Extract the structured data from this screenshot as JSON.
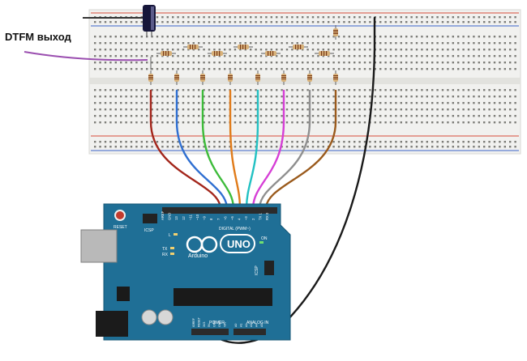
{
  "diagram": {
    "output_label": "DTFM выход",
    "board": {
      "model": "UNO",
      "brand": "Arduino",
      "digital_header": "DIGITAL (PWM~)",
      "analog_header": "ANALOG IN",
      "power_header": "POWER",
      "reset_label": "RESET",
      "icsp_label": "ICSP",
      "icsp2_label": "ICSP",
      "led_l": "L",
      "led_tx": "TX",
      "led_rx": "RX",
      "led_on": "ON",
      "digital_pins": [
        "AREF",
        "GND",
        "13",
        "12",
        "~11",
        "~10",
        "~9",
        "8",
        "7",
        "~6",
        "~5",
        "4",
        "~3",
        "2",
        "TX 1",
        "RX 0"
      ],
      "power_pins": [
        "IOREF",
        "RESET",
        "3V3",
        "5V",
        "GND",
        "GND",
        "VIN"
      ],
      "analog_pins": [
        "A0",
        "A1",
        "A2",
        "A3",
        "A4",
        "A5"
      ]
    },
    "wires": [
      {
        "from": "pin 7",
        "color": "#a3261b"
      },
      {
        "from": "pin 6",
        "color": "#2f6fd1"
      },
      {
        "from": "pin 5",
        "color": "#3dbb3a"
      },
      {
        "from": "pin 4",
        "color": "#e07b1a"
      },
      {
        "from": "pin 3",
        "color": "#22c1c3"
      },
      {
        "from": "pin 2",
        "color": "#d63fd6"
      },
      {
        "from": "pin 1",
        "color": "#8f8f8f"
      },
      {
        "from": "pin 0",
        "color": "#9a5a1c"
      },
      {
        "from": "GND",
        "color": "#1a1a1a"
      }
    ],
    "colors": {
      "board": "#1f6f96",
      "breadboard": "#f1f1ef",
      "rail_red": "#d64a3a",
      "rail_blue": "#3a63c8",
      "output_wire_top": "#333333",
      "output_wire_bottom": "#9b4fb0"
    }
  }
}
